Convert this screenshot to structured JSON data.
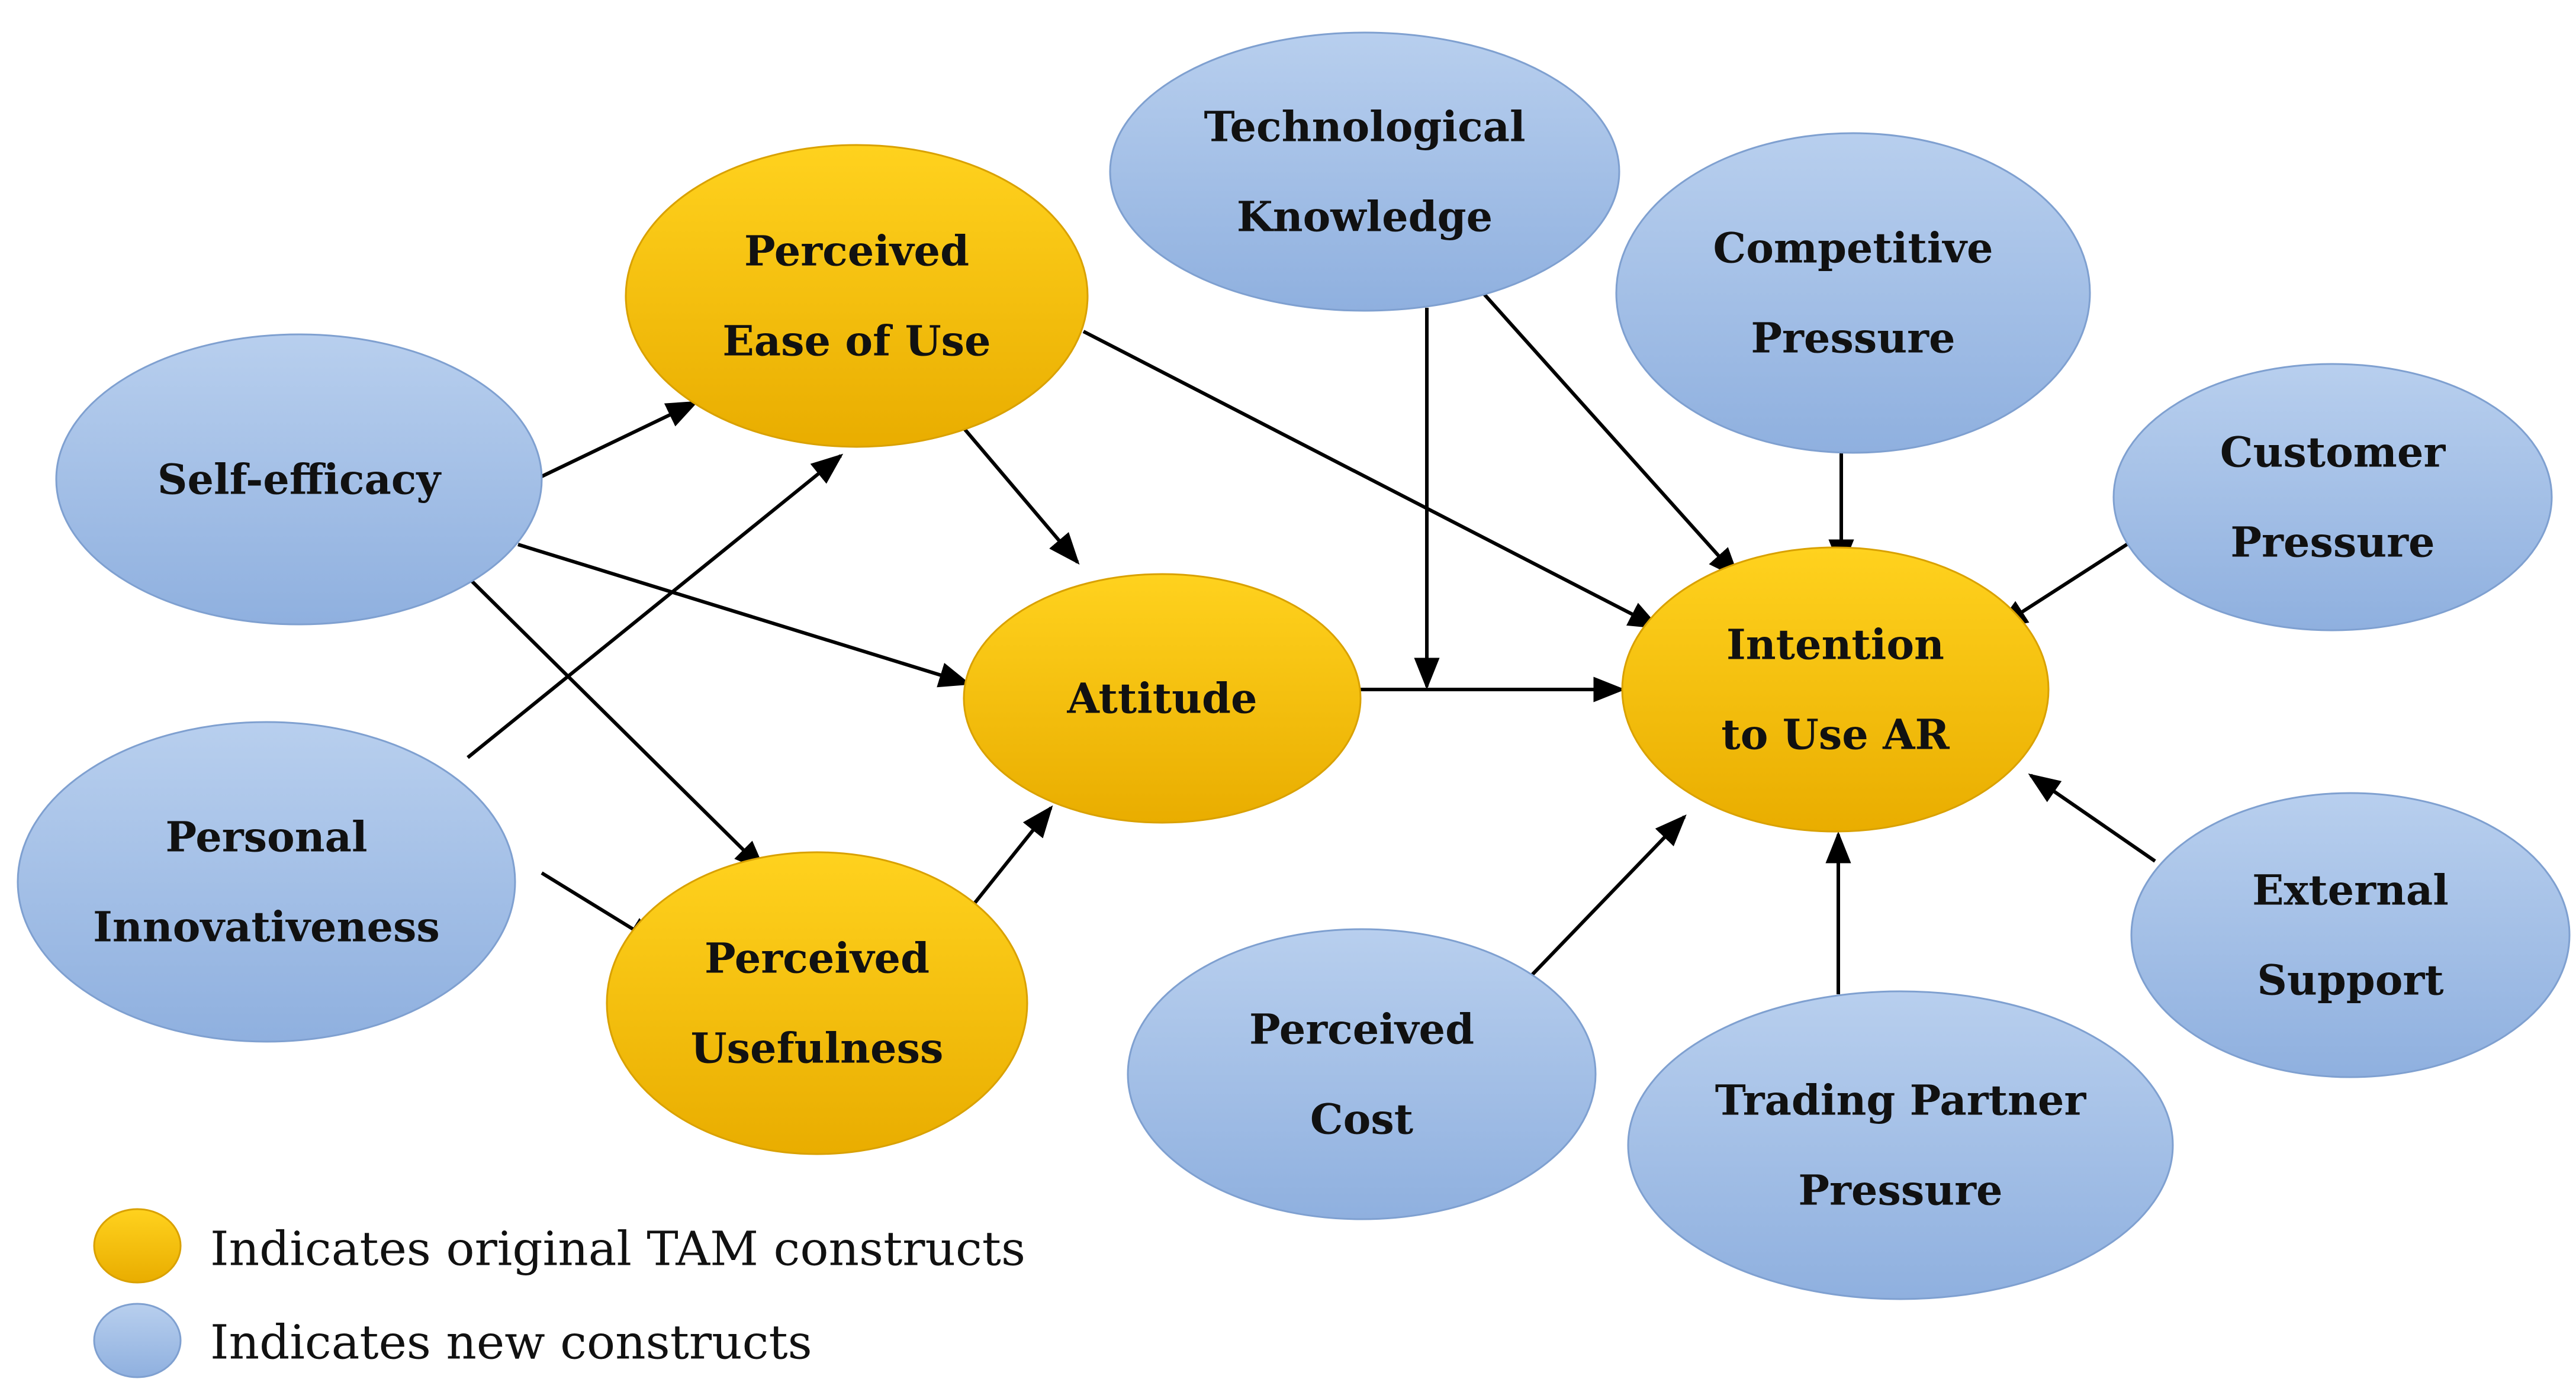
{
  "colors": {
    "original_fill_top": "#ffd21e",
    "original_fill_bottom": "#e9ad00",
    "original_stroke": "#d9a100",
    "new_fill_top": "#b8cfee",
    "new_fill_bottom": "#8fb0df",
    "new_stroke": "#7fa0d0",
    "arrow": "#000000"
  },
  "nodes": [
    {
      "id": "peou",
      "type": "original",
      "lines": [
        "Perceived",
        "Ease of Use"
      ]
    },
    {
      "id": "self_efficacy",
      "type": "new",
      "lines": [
        "Self-efficacy"
      ]
    },
    {
      "id": "personal_innov",
      "type": "new",
      "lines": [
        "Personal",
        "Innovativeness"
      ]
    },
    {
      "id": "attitude",
      "type": "original",
      "lines": [
        "Attitude"
      ]
    },
    {
      "id": "pu",
      "type": "original",
      "lines": [
        "Perceived",
        "Usefulness"
      ]
    },
    {
      "id": "tech_knowledge",
      "type": "new",
      "lines": [
        "Technological",
        "Knowledge"
      ]
    },
    {
      "id": "comp_pressure",
      "type": "new",
      "lines": [
        "Competitive",
        "Pressure"
      ]
    },
    {
      "id": "cust_pressure",
      "type": "new",
      "lines": [
        "Customer",
        "Pressure"
      ]
    },
    {
      "id": "intention",
      "type": "original",
      "lines": [
        "Intention",
        "to Use AR"
      ]
    },
    {
      "id": "external_support",
      "type": "new",
      "lines": [
        "External",
        "Support"
      ]
    },
    {
      "id": "perceived_cost",
      "type": "new",
      "lines": [
        "Perceived",
        "Cost"
      ]
    },
    {
      "id": "trading_partner",
      "type": "new",
      "lines": [
        "Trading Partner",
        "Pressure"
      ]
    }
  ],
  "edges": [
    {
      "from": "self_efficacy",
      "to": "peou"
    },
    {
      "from": "self_efficacy",
      "to": "attitude"
    },
    {
      "from": "self_efficacy",
      "to": "pu"
    },
    {
      "from": "personal_innov",
      "to": "peou"
    },
    {
      "from": "personal_innov",
      "to": "pu"
    },
    {
      "from": "peou",
      "to": "attitude"
    },
    {
      "from": "peou",
      "to": "intention"
    },
    {
      "from": "pu",
      "to": "attitude"
    },
    {
      "from": "attitude",
      "to": "intention"
    },
    {
      "from": "tech_knowledge",
      "to": "attitude_intention_link"
    },
    {
      "from": "tech_knowledge",
      "to": "intention"
    },
    {
      "from": "comp_pressure",
      "to": "intention"
    },
    {
      "from": "cust_pressure",
      "to": "intention"
    },
    {
      "from": "external_support",
      "to": "intention"
    },
    {
      "from": "perceived_cost",
      "to": "intention"
    },
    {
      "from": "trading_partner",
      "to": "intention"
    }
  ],
  "legend": [
    {
      "type": "original",
      "text": "Indicates original TAM constructs"
    },
    {
      "type": "new",
      "text": "Indicates new constructs"
    }
  ]
}
